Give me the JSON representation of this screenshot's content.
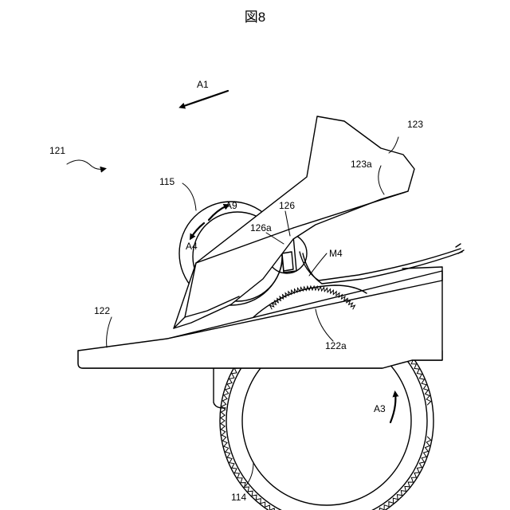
{
  "figure": {
    "title": "図8",
    "labels": {
      "a1": "A1",
      "ref_121": "121",
      "ref_123": "123",
      "ref_123a": "123a",
      "ref_115": "115",
      "a9": "A9",
      "a4": "A4",
      "ref_126": "126",
      "ref_126a": "126a",
      "m4": "M4",
      "ref_122": "122",
      "ref_122a": "122a",
      "a3": "A3",
      "ref_114": "114"
    }
  }
}
